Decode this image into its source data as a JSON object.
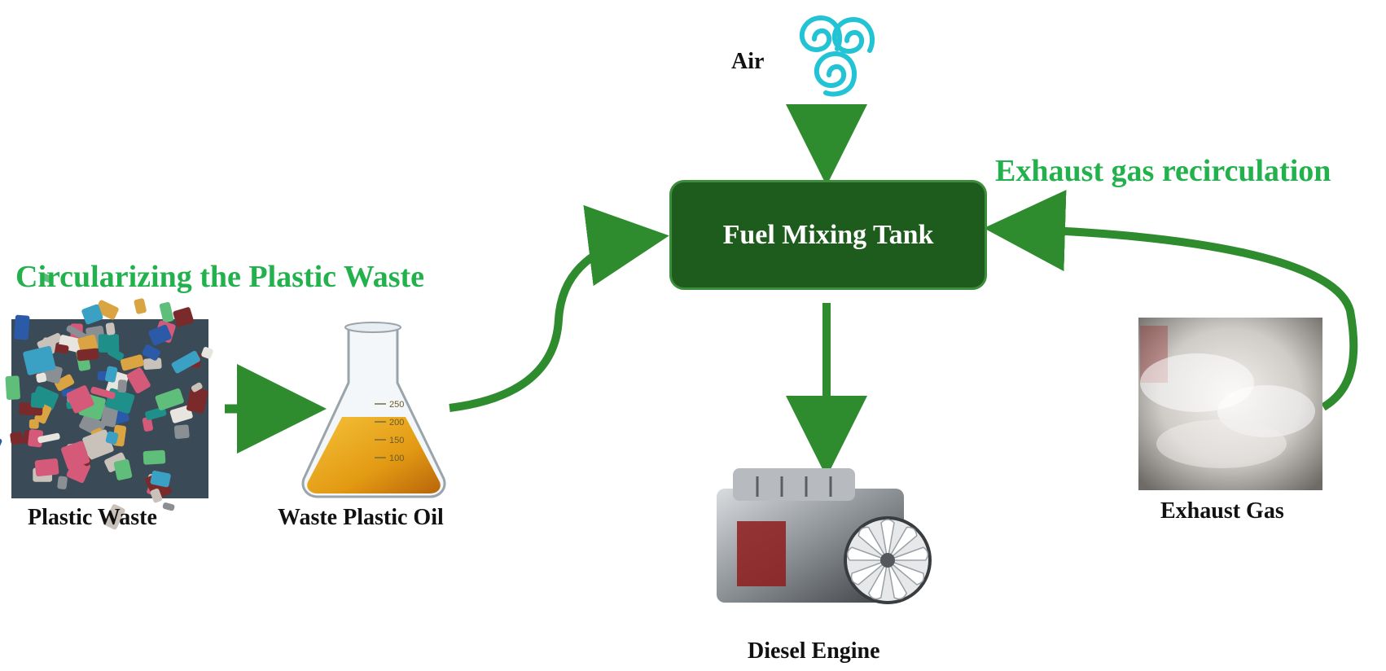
{
  "colors": {
    "arrow": "#2e8b2e",
    "headline": "#22b14c",
    "tank_fill": "#1e5c1e",
    "tank_border": "#3c8d3c",
    "air_icon": "#22c3d4",
    "label": "#111111"
  },
  "headlines": {
    "circular": "Circularizing the Plastic Waste",
    "egr": "Exhaust gas recirculation"
  },
  "nodes": {
    "air": {
      "label": "Air",
      "icon": "air-swirl-icon"
    },
    "tank": {
      "label": "Fuel Mixing Tank"
    },
    "plastic_waste": {
      "label": "Plastic Waste",
      "icon": "plastic-waste-photo"
    },
    "waste_oil": {
      "label": "Waste Plastic Oil",
      "icon": "erlenmeyer-flask-icon",
      "flask_marks": [
        "250",
        "200",
        "150",
        "100"
      ]
    },
    "engine": {
      "label": "Diesel Engine",
      "icon": "diesel-engine-photo"
    },
    "exhaust": {
      "label": "Exhaust Gas",
      "icon": "exhaust-smoke-photo"
    }
  }
}
